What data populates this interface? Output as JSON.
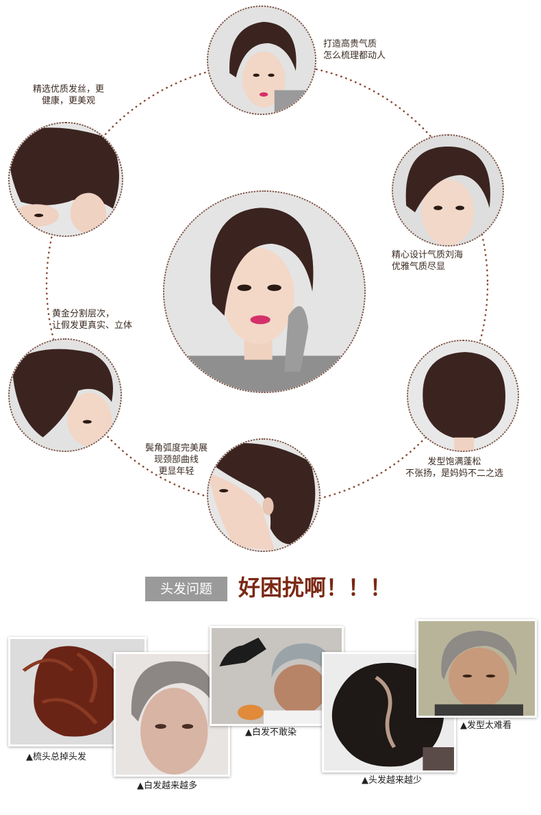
{
  "features": [
    {
      "line1": "打造高贵气质",
      "line2": "怎么梳理都动人"
    },
    {
      "line1": "精选优质发丝，更",
      "line2": "健康，更美观"
    },
    {
      "line1": "精心设计气质刘海",
      "line2": "优雅气质尽显"
    },
    {
      "line1": "黄金分割层次，",
      "line2": "让假发更真实、立体"
    },
    {
      "line1": "发型饱满蓬松",
      "line2": "不张扬，是妈妈不二之选"
    },
    {
      "line1": "鬓角弧度完美展",
      "line2": "现颈部曲线",
      "line3": "更显年轻"
    }
  ],
  "problem_section": {
    "tag": "头发问题",
    "headline": "好困扰啊！！！"
  },
  "problems": [
    {
      "caption": "▲梳头总掉头发"
    },
    {
      "caption": "▲白发越来越多"
    },
    {
      "caption": "▲白发不敢染"
    },
    {
      "caption": "▲头发越来越少"
    },
    {
      "caption": "▲发型太难看"
    }
  ],
  "colors": {
    "hair": "#3b2420",
    "ring": "#7a4a3a",
    "headline": "#7a2814",
    "tag_bg": "#9a9a9a"
  }
}
